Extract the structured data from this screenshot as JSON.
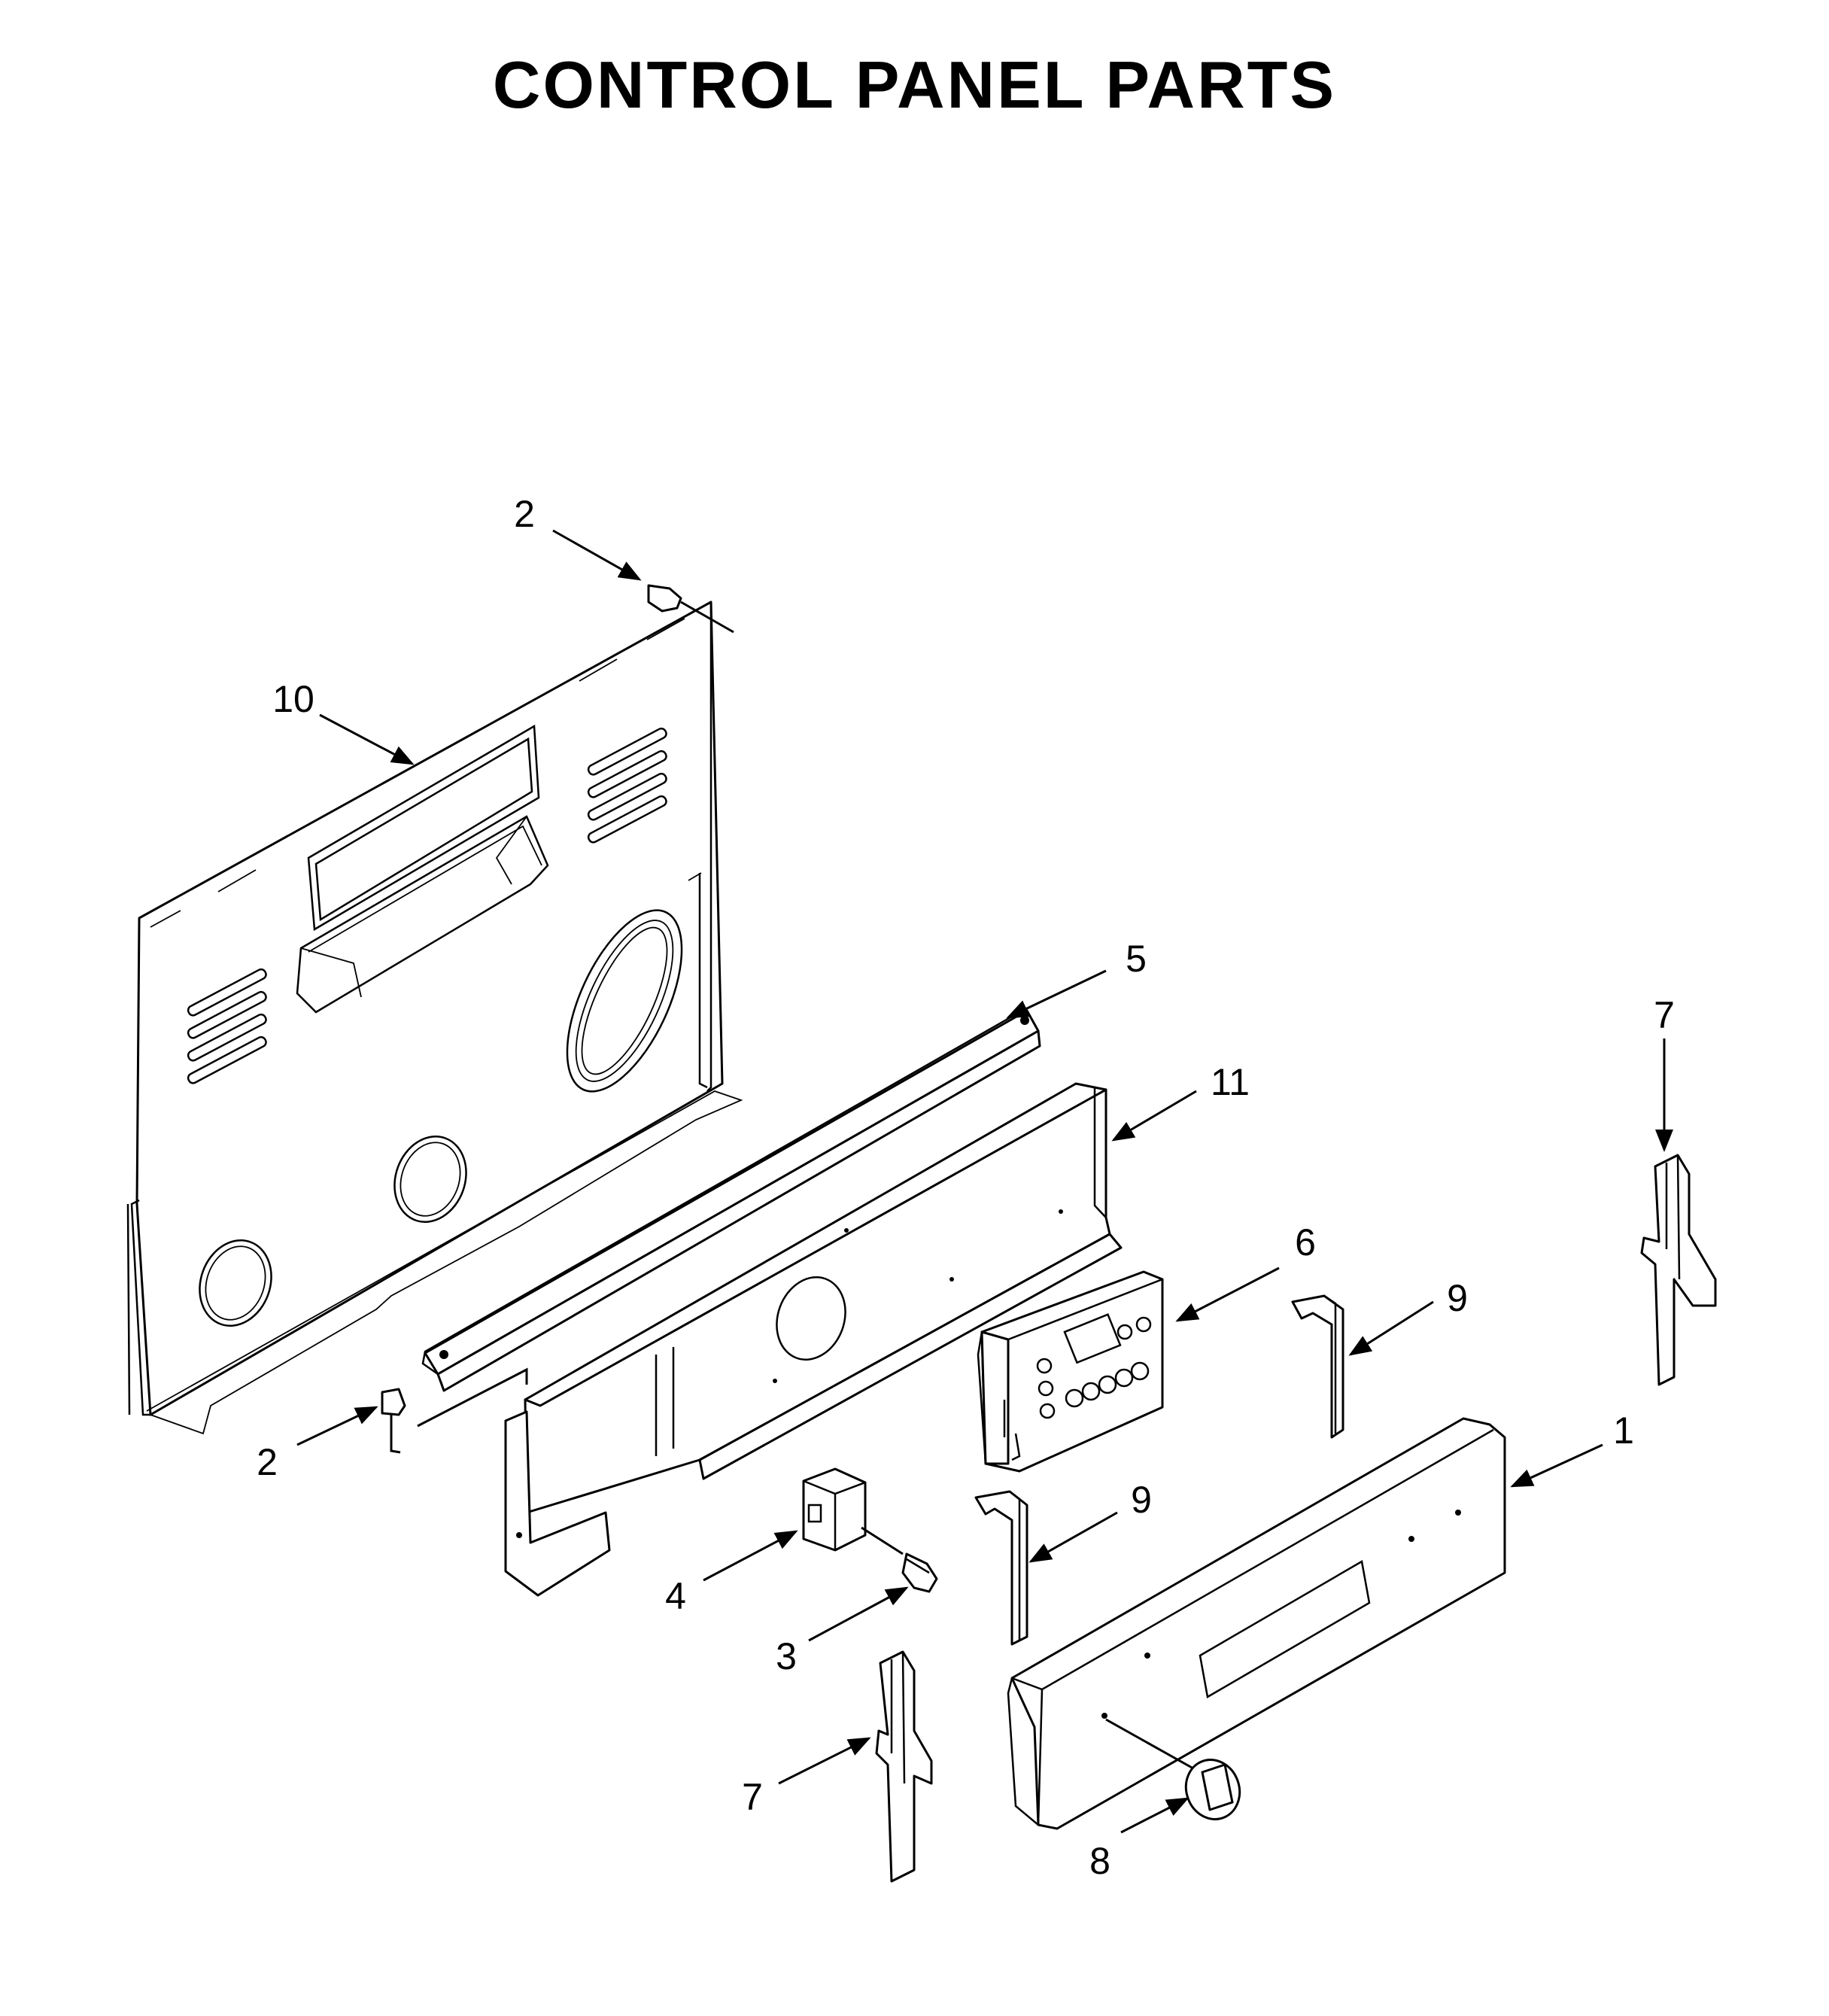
{
  "title": "CONTROL PANEL PARTS",
  "callouts": {
    "c2_top": "2",
    "c10": "10",
    "c5": "5",
    "c11": "11",
    "c7_right": "7",
    "c6": "6",
    "c9_top": "9",
    "c1": "1",
    "c2_bottom": "2",
    "c9_bottom": "9",
    "c4": "4",
    "c3": "3",
    "c7_left": "7",
    "c8": "8"
  }
}
